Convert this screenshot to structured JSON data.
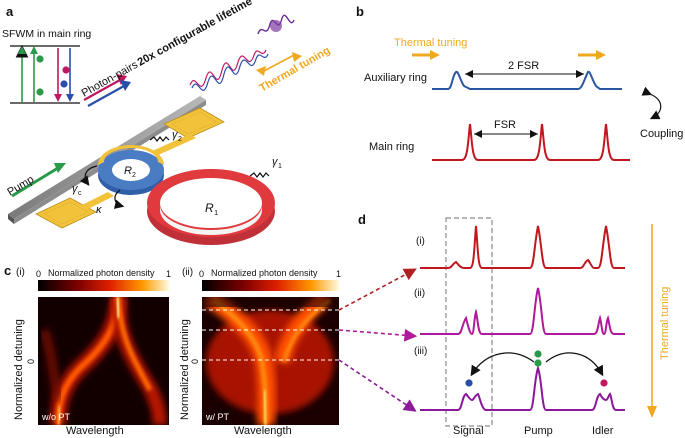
{
  "panels": {
    "a": "a",
    "b": "b",
    "c": "c",
    "d": "d"
  },
  "panel_a": {
    "sfwm_title": "SFWM in main ring",
    "photon_pairs": "Photon-pairs",
    "lifetime": "20x configurable lifetime",
    "thermal_tuning": "Thermal tuning",
    "pump": "Pump",
    "gamma2": "γ",
    "gamma2_sub": "2",
    "gamma1": "γ",
    "gamma1_sub": "1",
    "gammac": "γ",
    "gammac_sub": "c",
    "kappa": "κ",
    "r2": "R",
    "r2_sub": "2",
    "r1": "R",
    "r1_sub": "1"
  },
  "panel_b": {
    "thermal_tuning": "Thermal tuning",
    "auxiliary_ring": "Auxiliary ring",
    "two_fsr": "2 FSR",
    "fsr": "FSR",
    "main_ring": "Main ring",
    "coupling": "Coupling"
  },
  "panel_c": {
    "sub_i": "(i)",
    "sub_ii": "(ii)",
    "colorbar_label": "Normalized photon density",
    "cbar_min": "0",
    "cbar_max": "1",
    "ylabel": "Normalized detuning",
    "y_zero": "0",
    "xlabel": "Wavelength",
    "map_i_label": "w/o PT",
    "map_ii_label": "w/ PT"
  },
  "panel_d": {
    "row_i": "(i)",
    "row_ii": "(ii)",
    "row_iii": "(iii)",
    "signal": "Signal",
    "pump": "Pump",
    "idler": "Idler",
    "thermal_tuning": "Thermal tuning"
  },
  "colors": {
    "main_ring": "#e0393e",
    "aux_ring": "#2f5fa8",
    "heater": "#f2c23a",
    "spectrum_red": "#c0181e",
    "spectrum_aux": "#2b57a0",
    "magenta": "#b0199a",
    "purple": "#8a1a9a",
    "orange": "#f0a820",
    "dark_red_arrow": "#b02020"
  }
}
